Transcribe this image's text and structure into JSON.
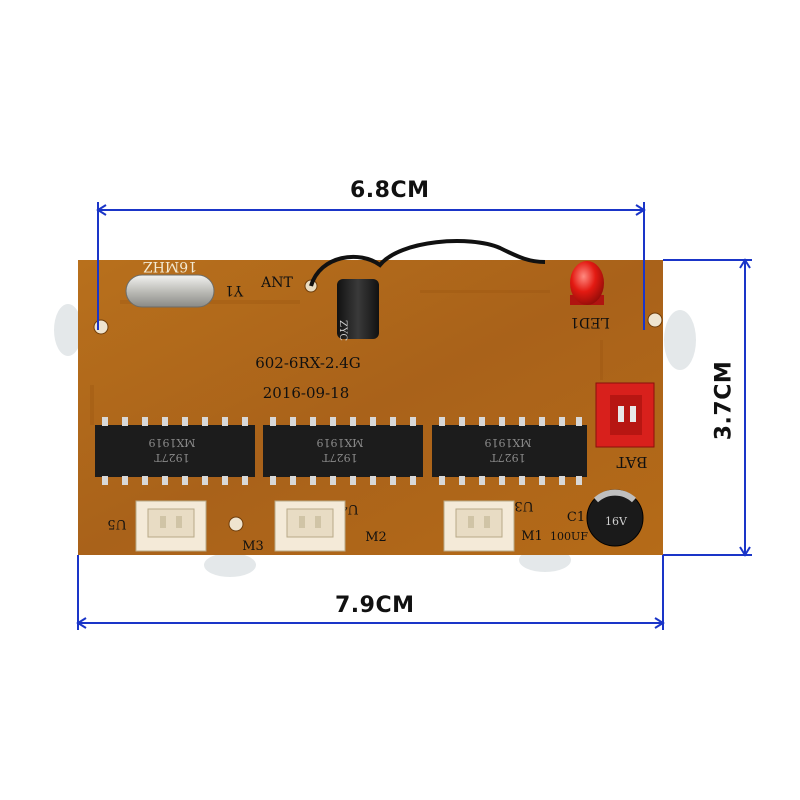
{
  "dimensions": {
    "top_width": "6.8CM",
    "bottom_width": "7.9CM",
    "right_height": "3.7CM"
  },
  "board": {
    "crystal_marking": "16MHZ",
    "crystal_label": "Y1",
    "antenna_label": "ANT",
    "model": "602-6RX-2.4G",
    "date": "2016-09-18",
    "led_label": "LED1",
    "battery_label": "BAT",
    "cap_label": "C1",
    "cap_value": "100UF",
    "chip_marking": "MX1919",
    "chip_code": "1927T",
    "chips": [
      "U5",
      "U4",
      "U3"
    ],
    "motors": [
      "M3",
      "M2",
      "M1"
    ]
  },
  "colors": {
    "dimension_line": "#1a35c8",
    "pcb": "#b36a16",
    "chip": "#1c1c1c",
    "connector": "#f4ead8",
    "bat_connector": "#d8201c",
    "led": "#e31a12"
  }
}
